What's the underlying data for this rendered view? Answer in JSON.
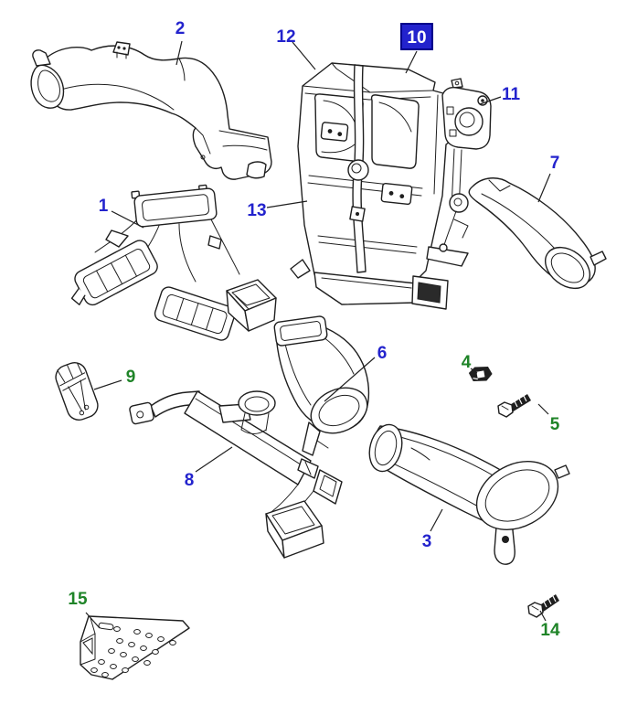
{
  "diagram": {
    "type": "exploded-parts-diagram",
    "background_color": "#ffffff",
    "line_color": "#1f1f1f",
    "callout_style": {
      "blue": "#2323cd",
      "green": "#1f8428",
      "highlight_fill": "#2323cd",
      "highlight_border": "#00008b",
      "highlight_text_color": "#ffffff"
    },
    "highlighted_callout": "10",
    "callouts": [
      {
        "number": "1",
        "color": "blue",
        "highlighted": false
      },
      {
        "number": "2",
        "color": "blue",
        "highlighted": false
      },
      {
        "number": "3",
        "color": "blue",
        "highlighted": false
      },
      {
        "number": "4",
        "color": "green",
        "highlighted": false
      },
      {
        "number": "5",
        "color": "green",
        "highlighted": false
      },
      {
        "number": "6",
        "color": "blue",
        "highlighted": false
      },
      {
        "number": "7",
        "color": "blue",
        "highlighted": false
      },
      {
        "number": "8",
        "color": "blue",
        "highlighted": false
      },
      {
        "number": "9",
        "color": "green",
        "highlighted": false
      },
      {
        "number": "10",
        "color": "white",
        "highlighted": true
      },
      {
        "number": "11",
        "color": "blue",
        "highlighted": false
      },
      {
        "number": "12",
        "color": "blue",
        "highlighted": false
      },
      {
        "number": "13",
        "color": "blue",
        "highlighted": false
      },
      {
        "number": "14",
        "color": "green",
        "highlighted": false
      },
      {
        "number": "15",
        "color": "green",
        "highlighted": false
      }
    ]
  }
}
